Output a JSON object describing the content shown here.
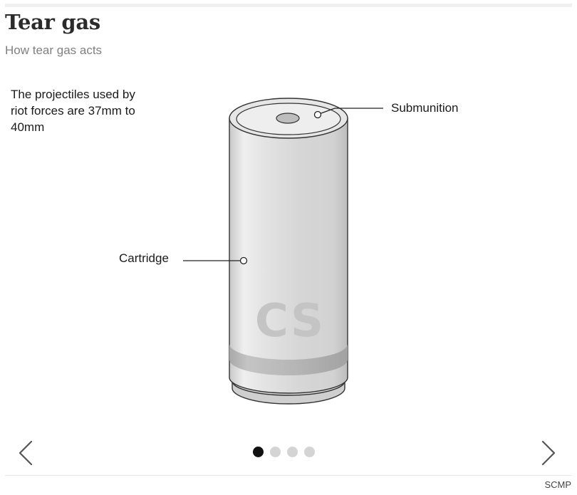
{
  "header": {
    "title": "Tear gas",
    "subtitle": "How tear gas acts"
  },
  "diagram": {
    "note": "The projectiles used by riot forces are 37mm to 40mm",
    "labels": {
      "submunition": "Submunition",
      "cartridge": "Cartridge"
    },
    "cartridge_marking": "CS"
  },
  "carousel": {
    "slide_count": 4,
    "active_slide": 1,
    "prev_icon": "chevron-left-icon",
    "next_icon": "chevron-right-icon"
  },
  "footer": {
    "credit": "SCMP"
  },
  "colors": {
    "active_dot": "#111111",
    "inactive_dot": "#d4d4d4",
    "can_body": "#d9d9d9",
    "band": "#b8b8b8"
  }
}
